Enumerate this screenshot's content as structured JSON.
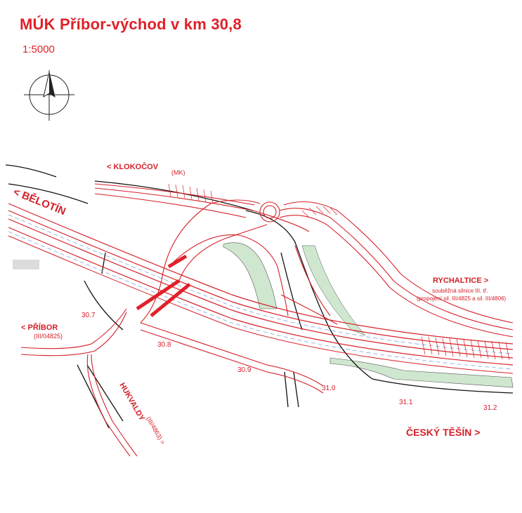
{
  "title": "MÚK Příbor-východ v km 30,8",
  "scale": "1:5000",
  "colors": {
    "red": "#e0212a",
    "road": "#d42029",
    "green": "#cfe7cf",
    "black": "#111111",
    "blue": "#7fa6d8"
  },
  "icons": {
    "north_arrow": "north-arrow-icon"
  },
  "labels": {
    "klokocov": "< KLOKOČOV",
    "klokocov_note": "(MK)",
    "belotin": "< BĚLOTÍN",
    "pribor": "< PŘÍBOR",
    "pribor_road": "(III/04825)",
    "hukvaldy": "HUKVALDY",
    "hukvaldy_road": "(III/4863) >",
    "rychaltice": "RYCHALTICE >",
    "rychaltice_note1": "souběžná silnice III. tř.",
    "rychaltice_note2": "(propojení sil. III/4825 a sil. III/4806)",
    "cesky_tesin": "ČESKÝ TĚŠÍN >"
  },
  "kilometers": [
    "30.7",
    "30.8",
    "30.9",
    "31.0",
    "31.1",
    "31.2"
  ]
}
